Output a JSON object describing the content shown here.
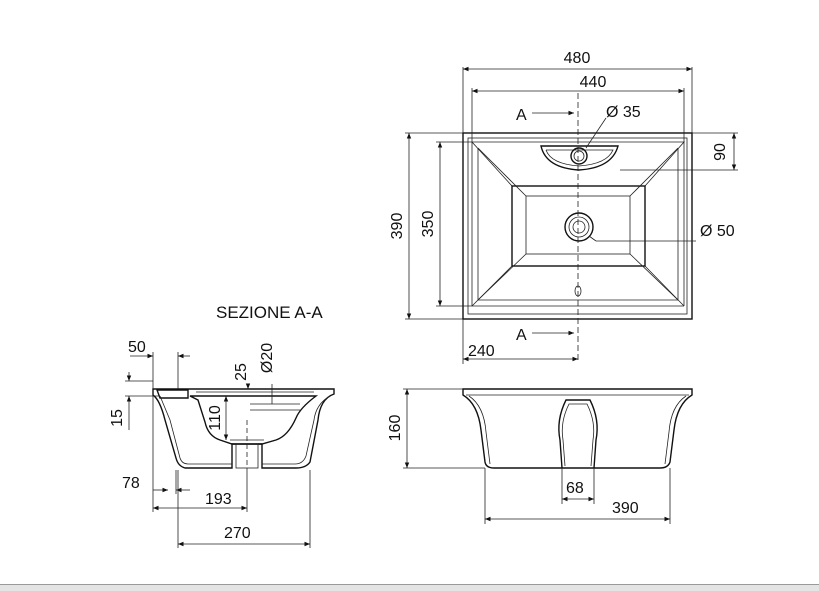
{
  "section_title": "SEZIONE A-A",
  "section_marker": "A",
  "top_view": {
    "width_outer": "480",
    "width_inner": "440",
    "tap_hole": "Ø 35",
    "tap_depth": "90",
    "depth_outer": "390",
    "depth_inner": "350",
    "drain_hole": "Ø 50",
    "tap_offset": "240"
  },
  "section_view": {
    "rim_offset": "50",
    "overflow_height": "25",
    "overflow_hole": "Ø20",
    "rim_thickness": "15",
    "bowl_depth": "110",
    "waste_height": "78",
    "waste_offset": "193",
    "total_depth": "270"
  },
  "front_view": {
    "height": "160",
    "pedestal_width": "68",
    "base_width": "390"
  },
  "colors": {
    "line": "#111111",
    "background": "#ffffff"
  }
}
